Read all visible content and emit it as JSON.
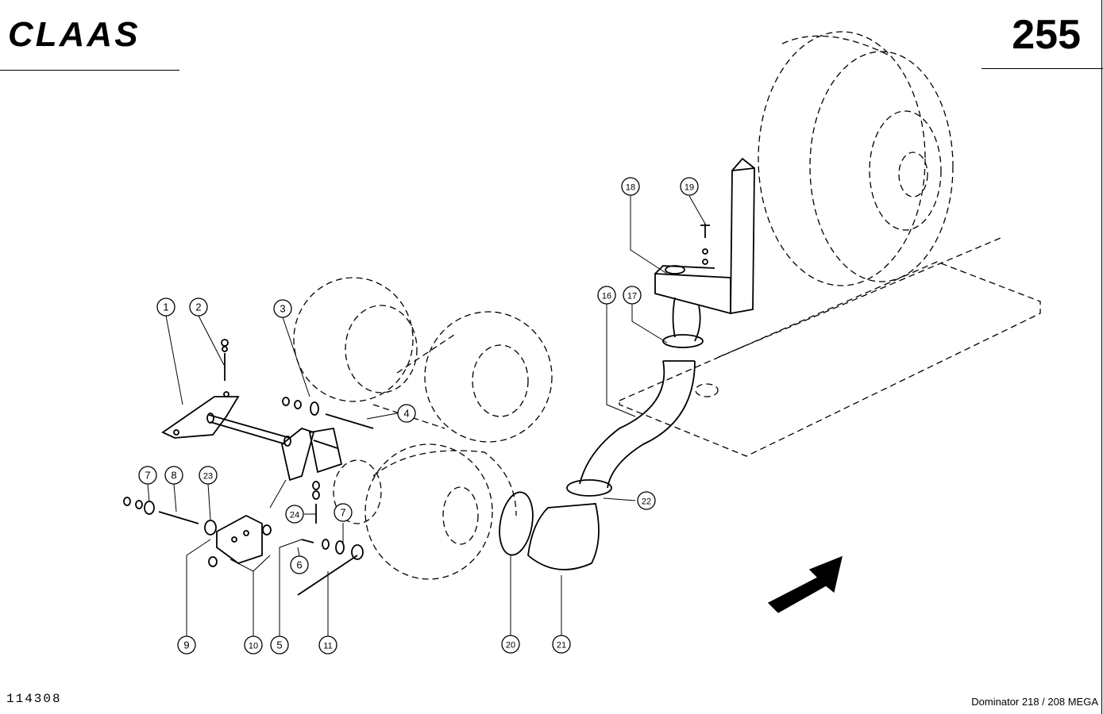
{
  "header": {
    "brand": "CLAAS",
    "page_number": "255"
  },
  "footer": {
    "document_number": "114308",
    "model": "Dominator 218 / 208 MEGA"
  },
  "callouts": [
    "1",
    "2",
    "3",
    "4",
    "5",
    "6",
    "7",
    "8",
    "9",
    "10",
    "11",
    "16",
    "17",
    "18",
    "19",
    "20",
    "21",
    "22",
    "23",
    "24"
  ]
}
